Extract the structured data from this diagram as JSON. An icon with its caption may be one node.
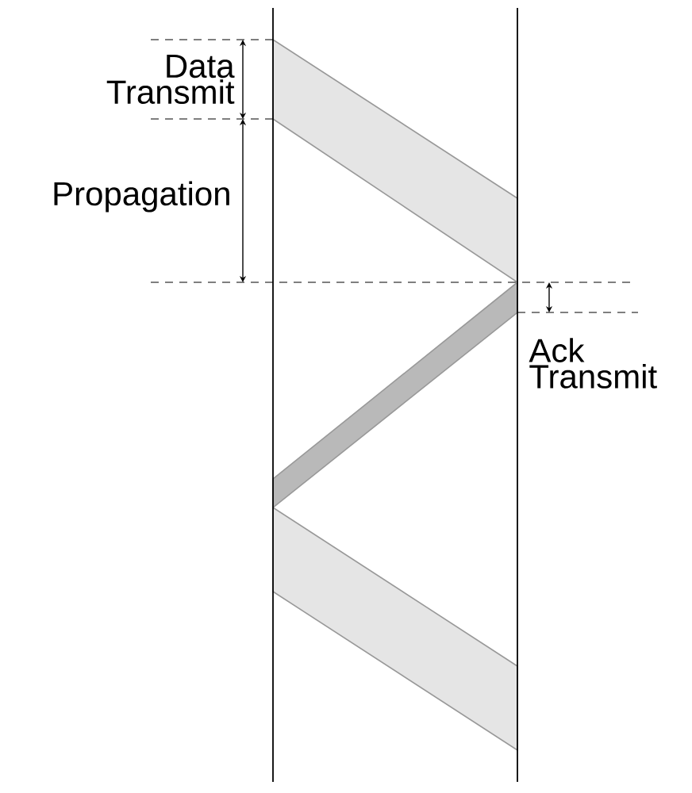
{
  "diagram": {
    "labels": [
      "Data Transmit",
      "Propagation",
      "Ack Transmit"
    ]
  }
}
